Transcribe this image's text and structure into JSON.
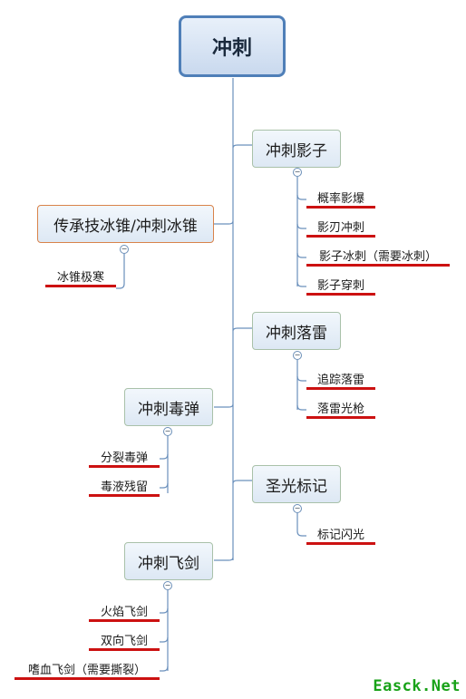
{
  "root": {
    "label": "冲刺"
  },
  "branches": [
    {
      "label": "冲刺影子",
      "children": [
        "概率影爆",
        "影刃冲刺",
        "影子冰刺（需要冰刺）",
        "影子穿刺"
      ]
    },
    {
      "label": "传承技冰锥/冲刺冰锥",
      "children": [
        "冰锥极寒"
      ]
    },
    {
      "label": "冲刺落雷",
      "children": [
        "追踪落雷",
        "落雷光枪"
      ]
    },
    {
      "label": "冲刺毒弹",
      "children": [
        "分裂毒弹",
        "毒液残留"
      ]
    },
    {
      "label": "圣光标记",
      "children": [
        "标记闪光"
      ]
    },
    {
      "label": "冲刺飞剑",
      "children": [
        "火焰飞剑",
        "双向飞剑",
        "嗜血飞剑（需要撕裂）"
      ]
    }
  ],
  "colors": {
    "line": "#5b84b5",
    "underline": "#cc1111",
    "root_border": "#4f7fb8",
    "accent_border": "#d9834a"
  },
  "watermark": "Easck.Net"
}
